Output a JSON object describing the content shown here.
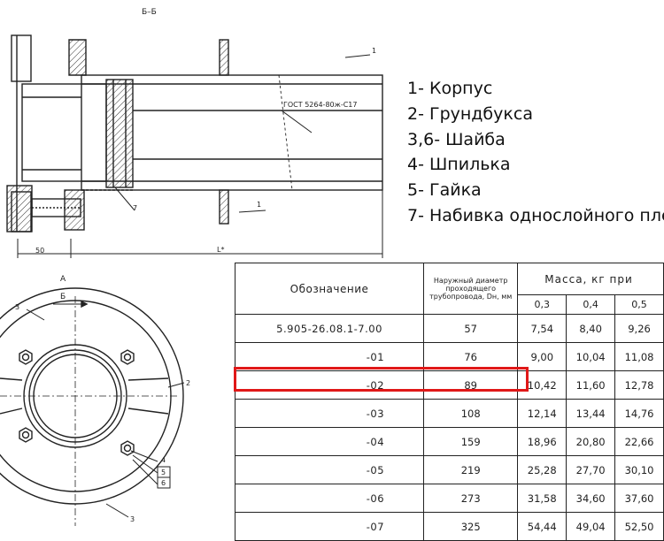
{
  "drawing": {
    "section_title": "Б–Б",
    "view_title": "А",
    "arrow_label": "Б",
    "gost_label": "ГОСТ 5264-80ж-С17",
    "dim_50": "50",
    "dim_L": "L*",
    "callouts": {
      "c1_top": "1",
      "c1_bottom": "1",
      "c7": "7",
      "c2": "2",
      "c3_top": "3",
      "c3_bottom": "3",
      "c4": "4",
      "c5": "5",
      "c6": "6"
    }
  },
  "legend": [
    "1- Корпус",
    "2- Грундбукса",
    "3,6- Шайба",
    "4- Шпилька",
    "5- Гайка",
    "7- Набивка однослойного пле"
  ],
  "table": {
    "col_designation": "Обозначение",
    "col_diameter": "Наружный диаметр проходящего трубопровода, Dн, мм",
    "col_mass": "Масса, кг при",
    "mass_columns": [
      "0,3",
      "0,4",
      "0,5"
    ],
    "rows": [
      {
        "designation": "5.905-26.08.1-7.00",
        "diameter": "57",
        "m1": "7,54",
        "m2": "8,40",
        "m3": "9,26"
      },
      {
        "designation": "-01",
        "diameter": "76",
        "m1": "9,00",
        "m2": "10,04",
        "m3": "11,08"
      },
      {
        "designation": "-02",
        "diameter": "89",
        "m1": "10,42",
        "m2": "11,60",
        "m3": "12,78"
      },
      {
        "designation": "-03",
        "diameter": "108",
        "m1": "12,14",
        "m2": "13,44",
        "m3": "14,76"
      },
      {
        "designation": "-04",
        "diameter": "159",
        "m1": "18,96",
        "m2": "20,80",
        "m3": "22,66"
      },
      {
        "designation": "-05",
        "diameter": "219",
        "m1": "25,28",
        "m2": "27,70",
        "m3": "30,10"
      },
      {
        "designation": "-06",
        "diameter": "273",
        "m1": "31,58",
        "m2": "34,60",
        "m3": "37,60"
      },
      {
        "designation": "-07",
        "diameter": "325",
        "m1": "54,44",
        "m2": "49,04",
        "m3": "52,50"
      }
    ]
  },
  "highlight": {
    "row_designation": "-02",
    "color": "#e01818"
  }
}
